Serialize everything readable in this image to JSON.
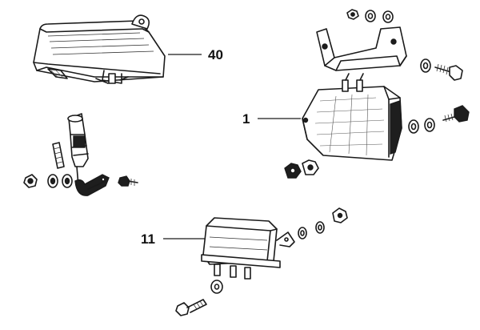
{
  "callouts": [
    {
      "id": "40",
      "text": "40"
    },
    {
      "id": "1",
      "text": "1"
    },
    {
      "id": "11",
      "text": "11"
    }
  ],
  "colors": {
    "ink": "#1a1a1a",
    "background": "#ffffff"
  }
}
